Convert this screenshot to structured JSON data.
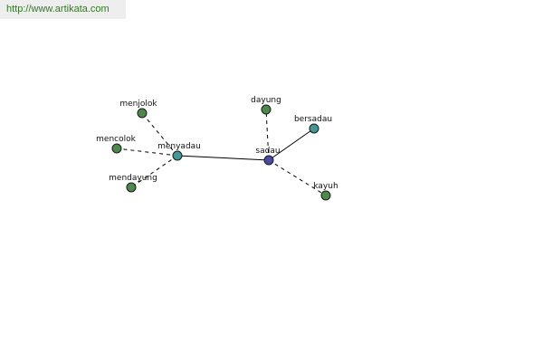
{
  "header": {
    "url": "http://www.artikata.com"
  },
  "graph": {
    "colors": {
      "center": "#4a4aa8",
      "related": "#3f9a96",
      "leaf": "#4b8a4b"
    },
    "nodes": {
      "sadau": {
        "label": "sadau",
        "color": "#4a4aa8"
      },
      "menyadau": {
        "label": "menyadau",
        "color": "#3f9a96"
      },
      "bersadau": {
        "label": "bersadau",
        "color": "#3f9a96"
      },
      "dayung": {
        "label": "dayung",
        "color": "#4b8a4b"
      },
      "kayuh": {
        "label": "kayuh",
        "color": "#4b8a4b"
      },
      "menjolok": {
        "label": "menjolok",
        "color": "#4b8a4b"
      },
      "mencolok": {
        "label": "mencolok",
        "color": "#4b8a4b"
      },
      "mendayung": {
        "label": "mendayung",
        "color": "#4b8a4b"
      }
    },
    "edges": [
      {
        "from": "sadau",
        "to": "menyadau",
        "style": "solid"
      },
      {
        "from": "sadau",
        "to": "bersadau",
        "style": "solid"
      },
      {
        "from": "sadau",
        "to": "dayung",
        "style": "dashed"
      },
      {
        "from": "sadau",
        "to": "kayuh",
        "style": "dashed"
      },
      {
        "from": "menyadau",
        "to": "menjolok",
        "style": "dashed"
      },
      {
        "from": "menyadau",
        "to": "mencolok",
        "style": "dashed"
      },
      {
        "from": "menyadau",
        "to": "mendayung",
        "style": "dashed"
      }
    ]
  }
}
